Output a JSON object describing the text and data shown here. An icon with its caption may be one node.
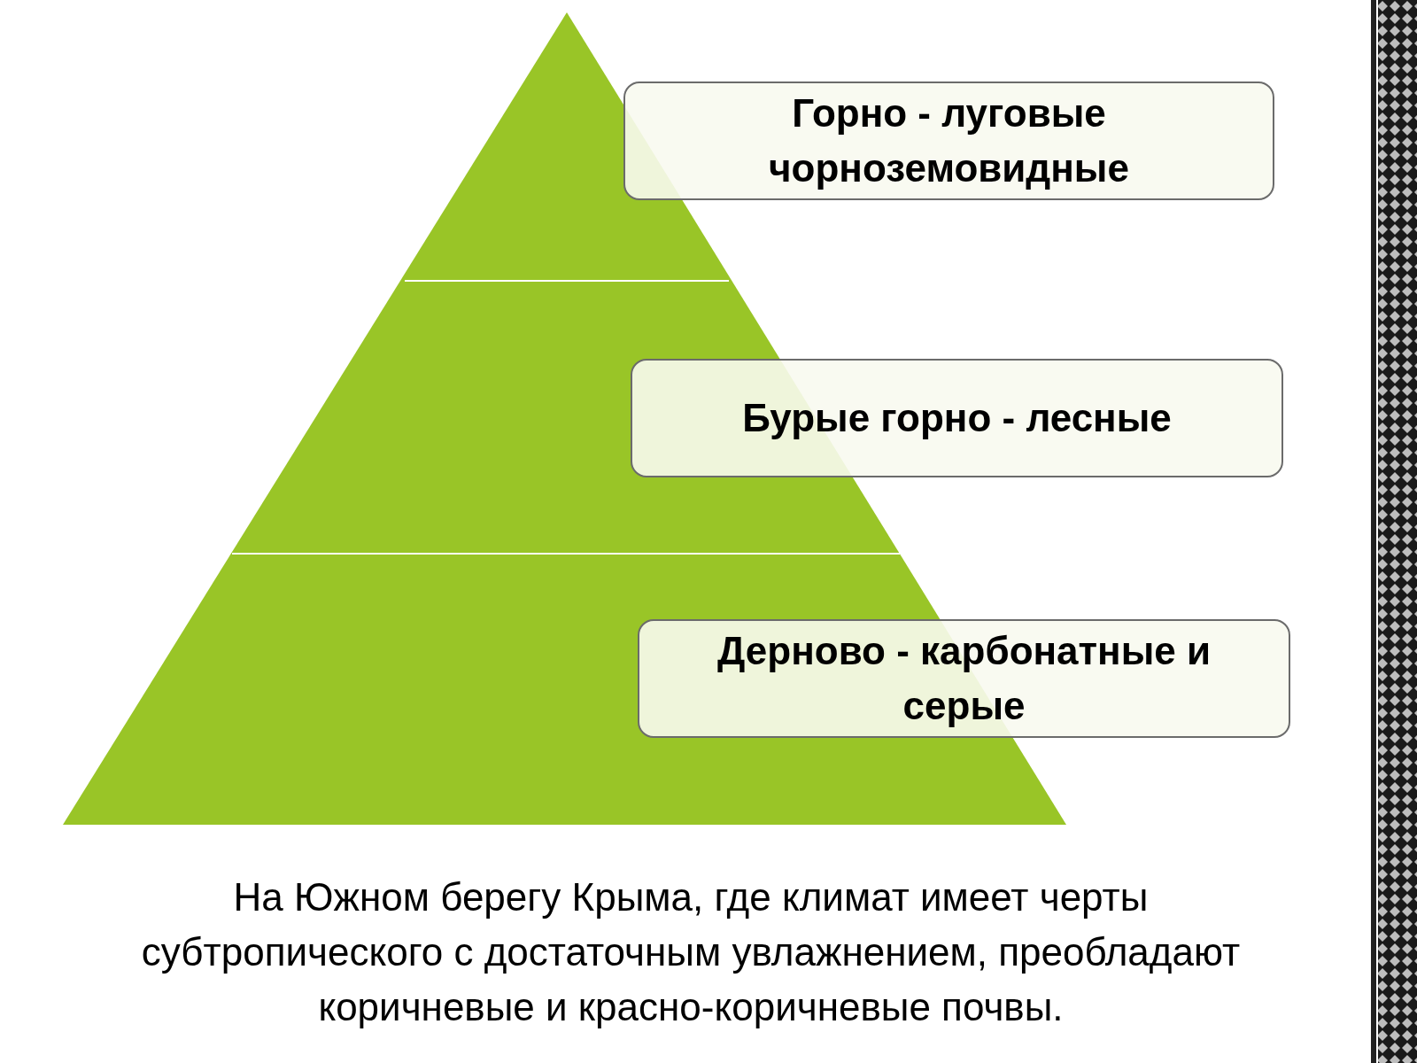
{
  "diagram": {
    "nodes": [
      {
        "text": [
          "Горно - луговые чорноземовидные"
        ]
      },
      {
        "text": [
          "Бурые горно - лесные"
        ]
      },
      {
        "text": [
          "Дерново - карбонатные и серые"
        ]
      }
    ],
    "caption": "На Южном берегу Крыма, где климат имеет черты субтропического с достаточным увлажнением, преобладают коричневые и красно-коричневые почвы."
  }
}
